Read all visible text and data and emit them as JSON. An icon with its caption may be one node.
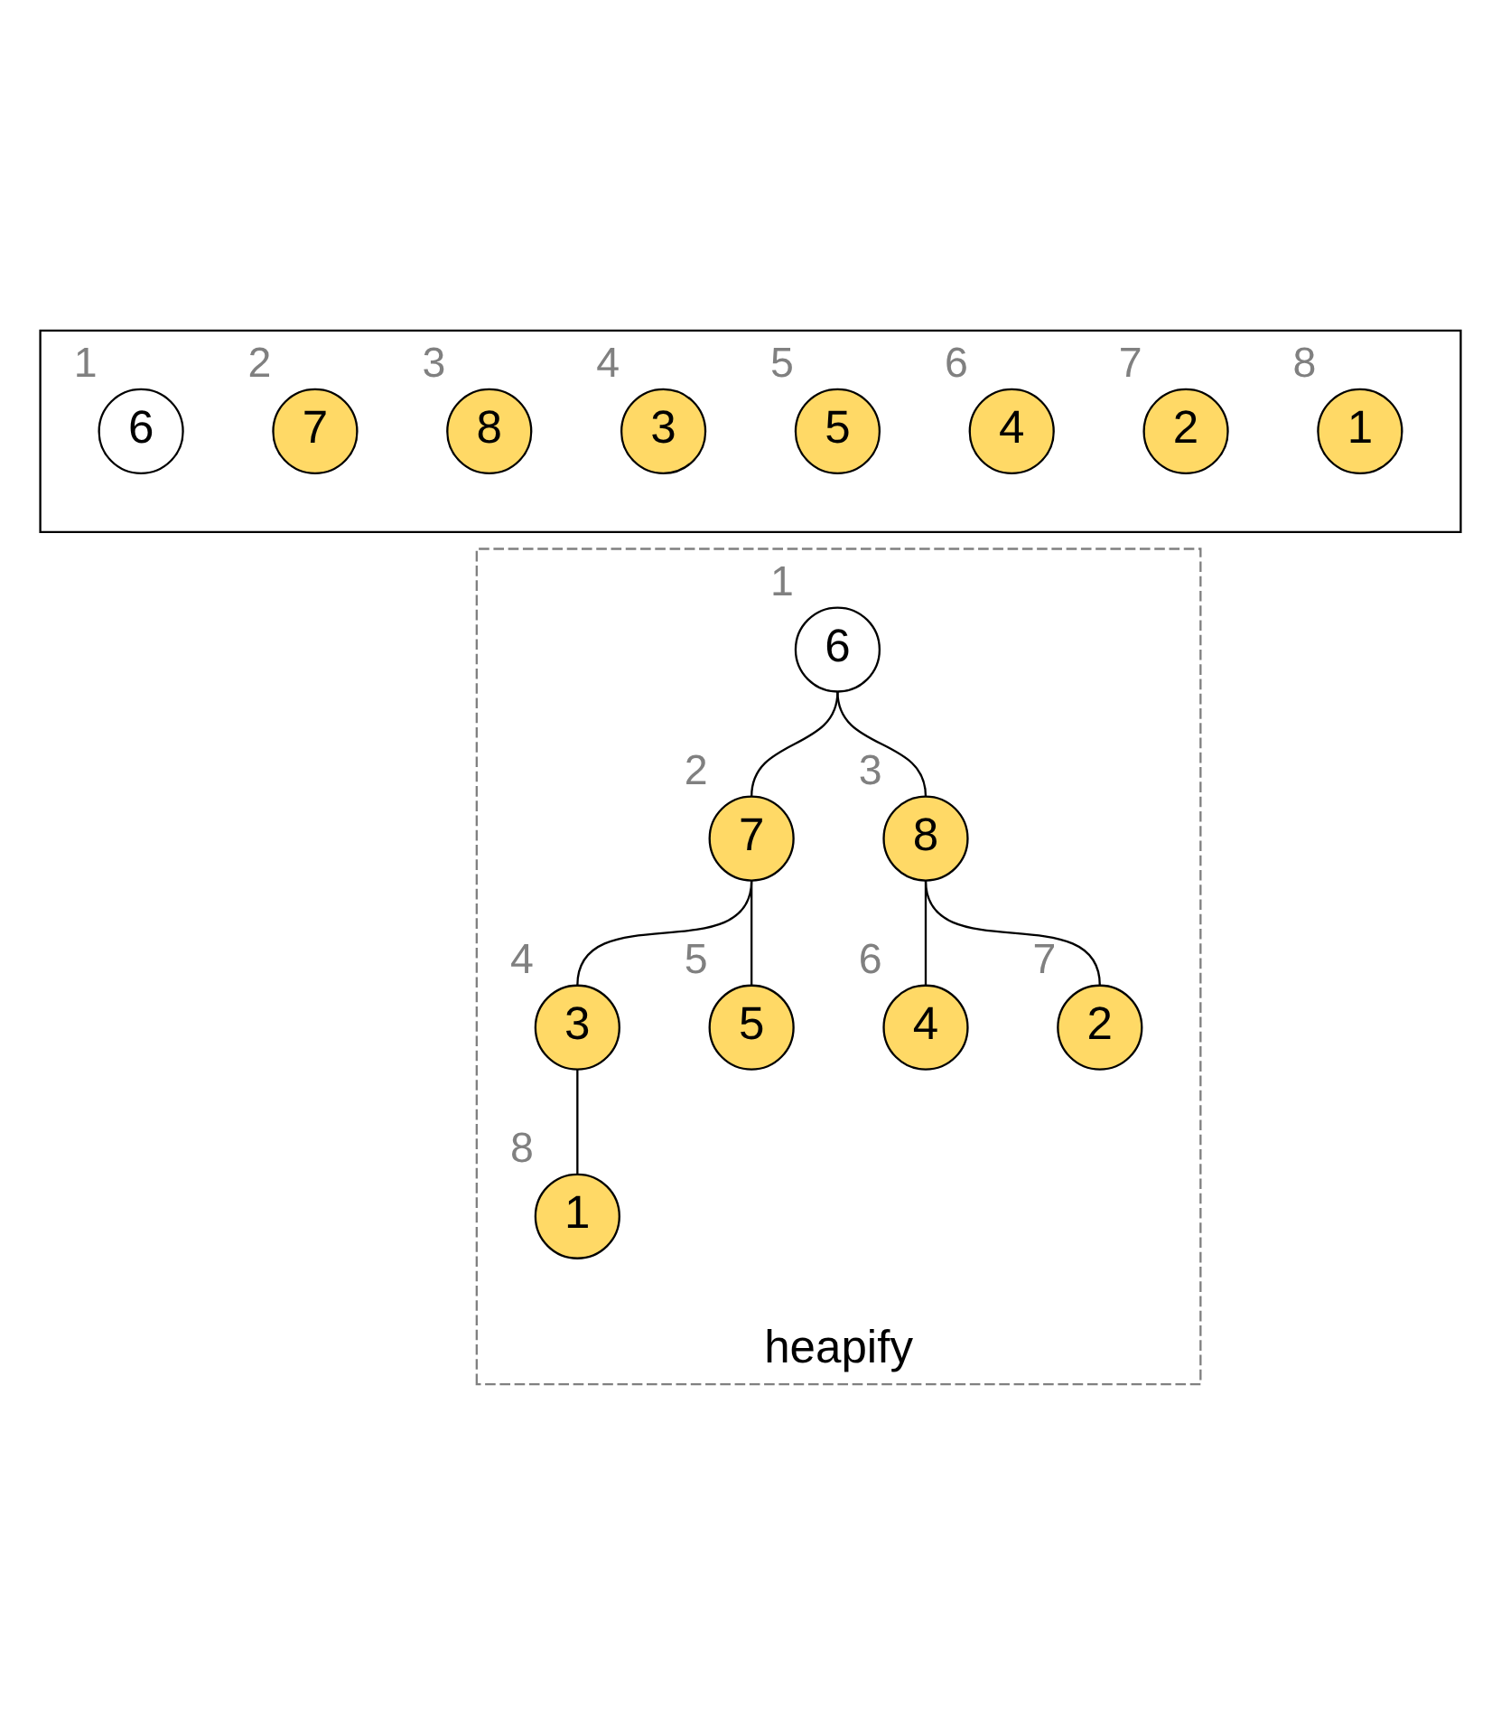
{
  "diagram": {
    "nodes": [
      {
        "text": [],
        "shape": "box"
      },
      {
        "text": [
          "6"
        ],
        "beside": [
          "1"
        ],
        "in": 0
      },
      {
        "text": [
          "7"
        ],
        "beside": [
          "2"
        ],
        "in": 0
      },
      {
        "text": [
          "8"
        ],
        "beside": [
          "3"
        ],
        "in": 0
      },
      {
        "text": [
          "3"
        ],
        "beside": [
          "4"
        ],
        "in": 0
      },
      {
        "text": [
          "5"
        ],
        "beside": [
          "5"
        ],
        "in": 0
      },
      {
        "text": [
          "4"
        ],
        "beside": [
          "6"
        ],
        "in": 0
      },
      {
        "text": [
          "2"
        ],
        "beside": [
          "7"
        ],
        "in": 0
      },
      {
        "text": [
          "1"
        ],
        "beside": [
          "8"
        ],
        "in": 0
      },
      {
        "text": [
          "heapify"
        ]
      },
      {
        "text": [
          "6"
        ],
        "beside": [
          "1"
        ],
        "in": 9
      },
      {
        "text": [
          "7"
        ],
        "beside": [
          "2"
        ],
        "in": 9
      },
      {
        "text": [
          "8"
        ],
        "beside": [
          "3"
        ],
        "in": 9
      },
      {
        "text": [
          "3"
        ],
        "beside": [
          "4"
        ],
        "in": 9
      },
      {
        "text": [
          "5"
        ],
        "beside": [
          "5"
        ],
        "in": 9
      },
      {
        "text": [
          "4"
        ],
        "beside": [
          "6"
        ],
        "in": 9
      },
      {
        "text": [
          "2"
        ],
        "beside": [
          "7"
        ],
        "in": 9
      },
      {
        "text": [
          "1"
        ],
        "beside": [
          "8"
        ],
        "in": 9
      }
    ],
    "edges": [
      {
        "from": 10,
        "to": 11,
        "arrow": "none"
      },
      {
        "from": 10,
        "to": 12,
        "arrow": "none"
      },
      {
        "from": 11,
        "to": 13,
        "arrow": "none"
      },
      {
        "from": 11,
        "to": 14,
        "arrow": "none"
      },
      {
        "from": 12,
        "to": 15,
        "arrow": "none"
      },
      {
        "from": 12,
        "to": 16,
        "arrow": "none"
      },
      {
        "from": 13,
        "to": 17,
        "arrow": "none"
      }
    ]
  }
}
